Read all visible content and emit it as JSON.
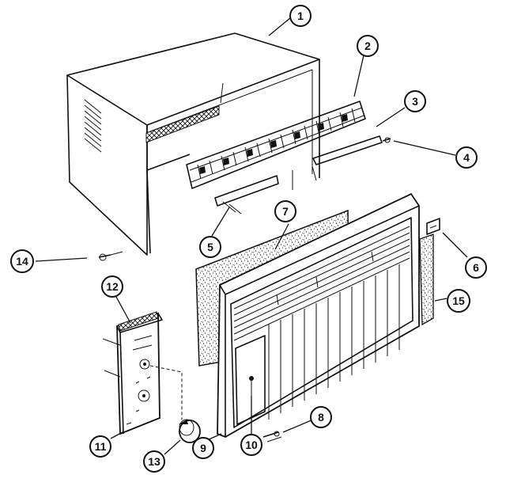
{
  "callouts": [
    "1",
    "2",
    "3",
    "4",
    "5",
    "6",
    "7",
    "8",
    "9",
    "10",
    "11",
    "12",
    "13",
    "14",
    "15"
  ],
  "parts": [
    "cabinet",
    "louver-assembly",
    "louver-bracket",
    "screw",
    "louver-bracket-lower",
    "side-seal",
    "filter",
    "screw-small",
    "front-grille",
    "knob-small",
    "control-panel",
    "control-bracket",
    "control-knob",
    "mounting-screw",
    "side-gasket"
  ]
}
